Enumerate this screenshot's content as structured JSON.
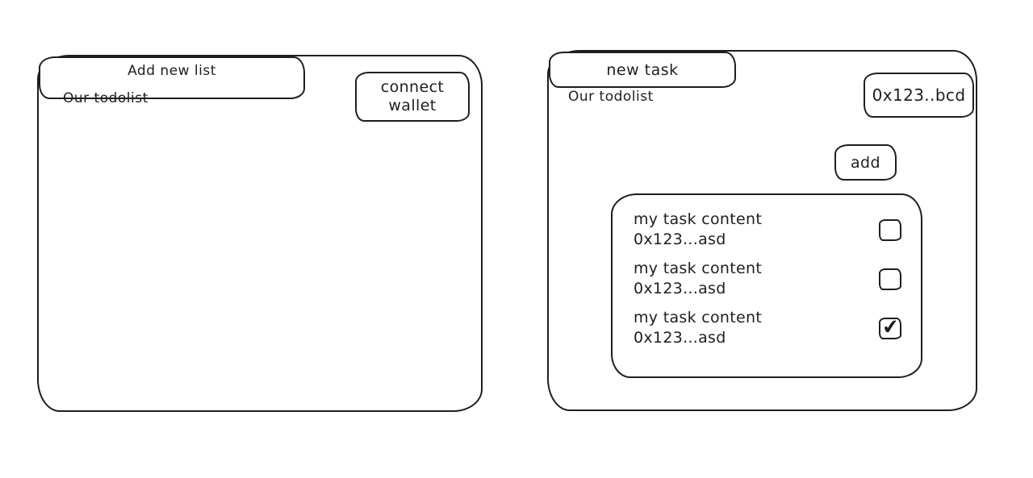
{
  "colors": {
    "stroke": "#1e1e1e",
    "background": "#ffffff"
  },
  "left_panel": {
    "title": "Our todolist",
    "connect_wallet_label": "connect wallet",
    "add_new_list_label": "Add new list"
  },
  "right_panel": {
    "title": "Our todolist",
    "wallet_address_label": "0x123..bcd",
    "new_task_placeholder": "new task",
    "add_button_label": "add",
    "checkmark_glyph": "✔",
    "tasks": [
      {
        "content": "my task content",
        "address": "0x123...asd",
        "checked": false
      },
      {
        "content": "my task content",
        "address": "0x123...asd",
        "checked": false
      },
      {
        "content": "my task content",
        "address": "0x123...asd",
        "checked": true
      }
    ]
  }
}
